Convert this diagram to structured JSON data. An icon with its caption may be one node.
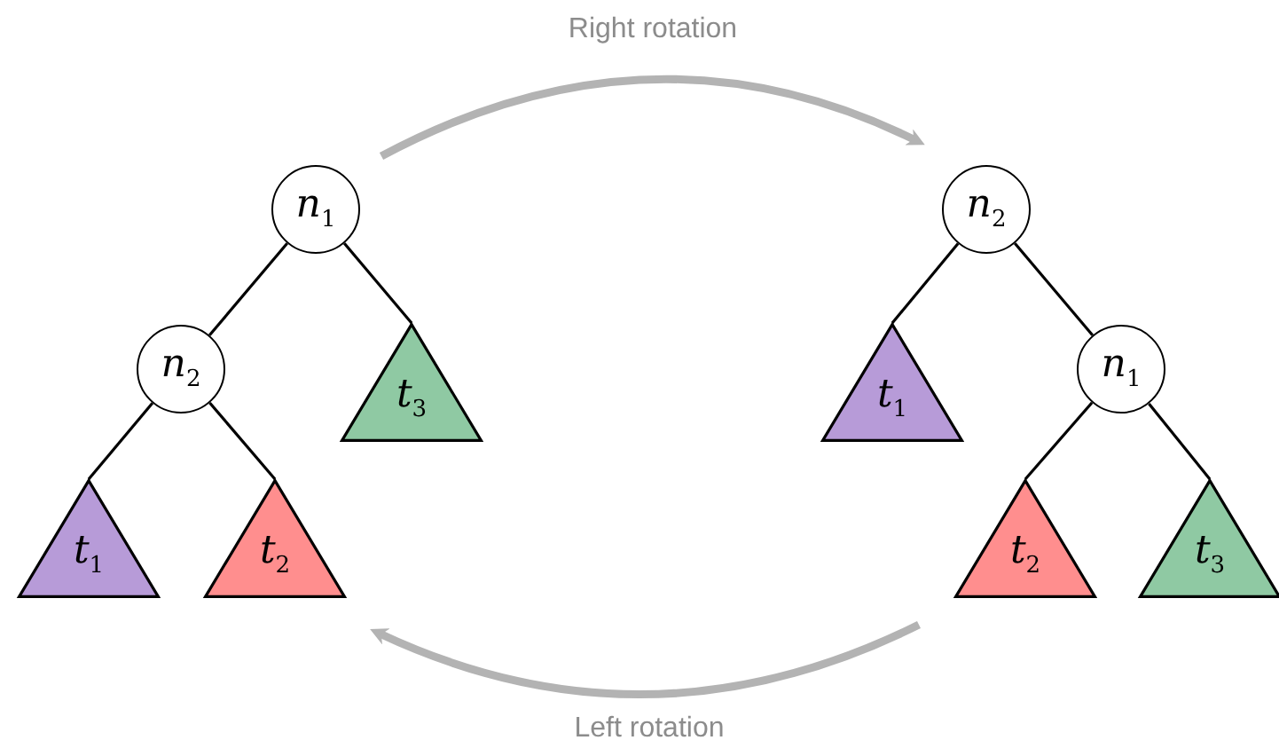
{
  "diagram": {
    "nodes": [
      {
        "text": [
          "n$_{1}$"
        ]
      },
      {
        "text": [
          "n$_{2}$"
        ]
      },
      {
        "text": [
          "t$_{3}$"
        ]
      },
      {
        "text": [
          "t$_{1}$"
        ]
      },
      {
        "text": [
          "t$_{2}$"
        ]
      },
      {
        "text": [
          "n$_{2}$"
        ]
      },
      {
        "text": [
          "t$_{1}$"
        ]
      },
      {
        "text": [
          "n$_{1}$"
        ]
      },
      {
        "text": [
          "t$_{2}$"
        ]
      },
      {
        "text": [
          "t$_{3}$"
        ]
      }
    ],
    "edges": [
      {
        "from": 0,
        "to": 1,
        "arrow": "none"
      },
      {
        "from": 0,
        "to": 2,
        "arrow": "none"
      },
      {
        "from": 1,
        "to": 3,
        "arrow": "none"
      },
      {
        "from": 1,
        "to": 4,
        "arrow": "none"
      },
      {
        "from": 5,
        "to": 6,
        "arrow": "none"
      },
      {
        "from": 5,
        "to": 7,
        "arrow": "none"
      },
      {
        "from": 7,
        "to": 8,
        "arrow": "none"
      },
      {
        "from": 7,
        "to": 9,
        "arrow": "none"
      }
    ],
    "labels": [
      "Right rotation",
      "Left rotation"
    ]
  }
}
